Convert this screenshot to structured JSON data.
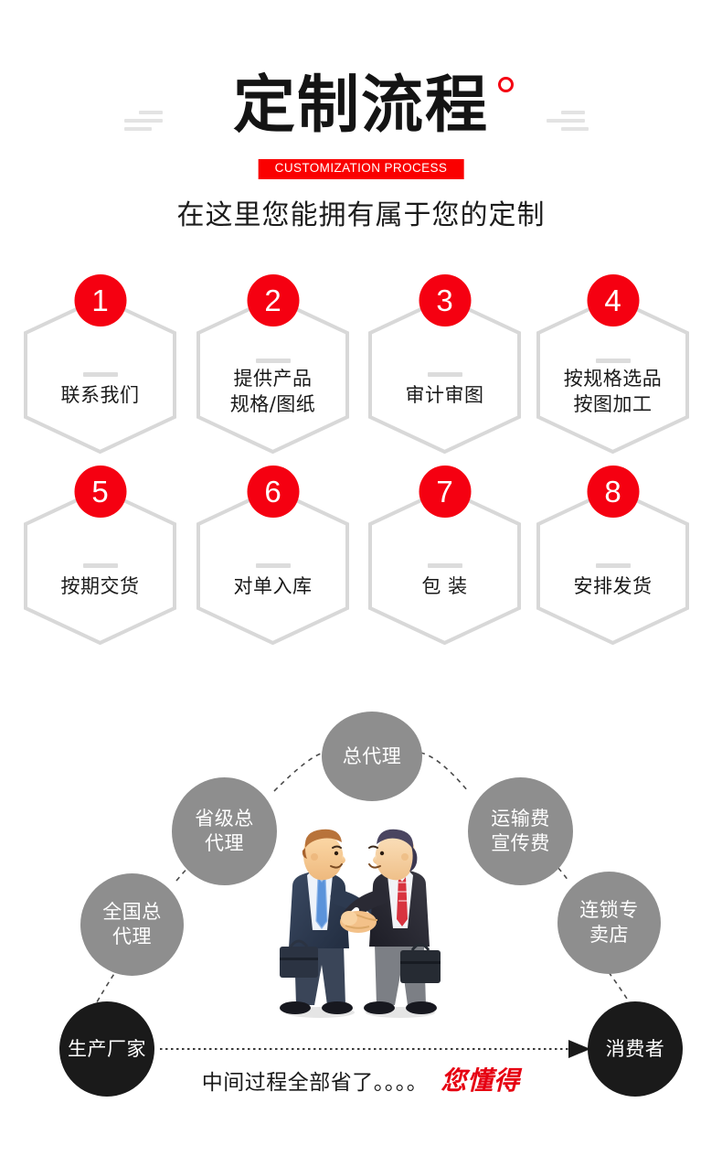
{
  "header": {
    "title": "定制流程",
    "title_sup_icon": "circle-degree-icon",
    "subtitle_banner": "CUSTOMIZATION PROCESS",
    "tagline": "在这里您能拥有属于您的定制",
    "accent_color": "#f40012",
    "banner_color": "#fa0000",
    "deco_color": "#e3e3e3"
  },
  "steps": {
    "badge_color": "#f50011",
    "hex_border_color": "#d8d8d8",
    "items": [
      {
        "number": "1",
        "label": "联系我们"
      },
      {
        "number": "2",
        "label": "提供产品\n规格/图纸"
      },
      {
        "number": "3",
        "label": "审计审图"
      },
      {
        "number": "4",
        "label": "按规格选品\n按图加工"
      },
      {
        "number": "5",
        "label": "按期交货"
      },
      {
        "number": "6",
        "label": "对单入库"
      },
      {
        "number": "7",
        "label": "包 装"
      },
      {
        "number": "8",
        "label": "安排发货"
      }
    ]
  },
  "diagram": {
    "node_color": "#8e8e8e",
    "dark_node_color": "#1a1a1a",
    "nodes": [
      {
        "id": "general-agent",
        "label": "总代理"
      },
      {
        "id": "provincial-agent",
        "label": "省级总\n代理"
      },
      {
        "id": "national-agent",
        "label": "全国总\n代理"
      },
      {
        "id": "freight-promo-fee",
        "label": "运输费\n宣传费"
      },
      {
        "id": "chain-store",
        "label": "连锁专\n卖店"
      },
      {
        "id": "manufacturer",
        "label": "生产厂家"
      },
      {
        "id": "consumer",
        "label": "消费者"
      }
    ],
    "illustration": "handshake-businessmen-illustration",
    "bottom_note_main": "中间过程全部省了。。。。",
    "bottom_note_accent": "您懂得",
    "bottom_note_accent_color": "#e60012"
  }
}
